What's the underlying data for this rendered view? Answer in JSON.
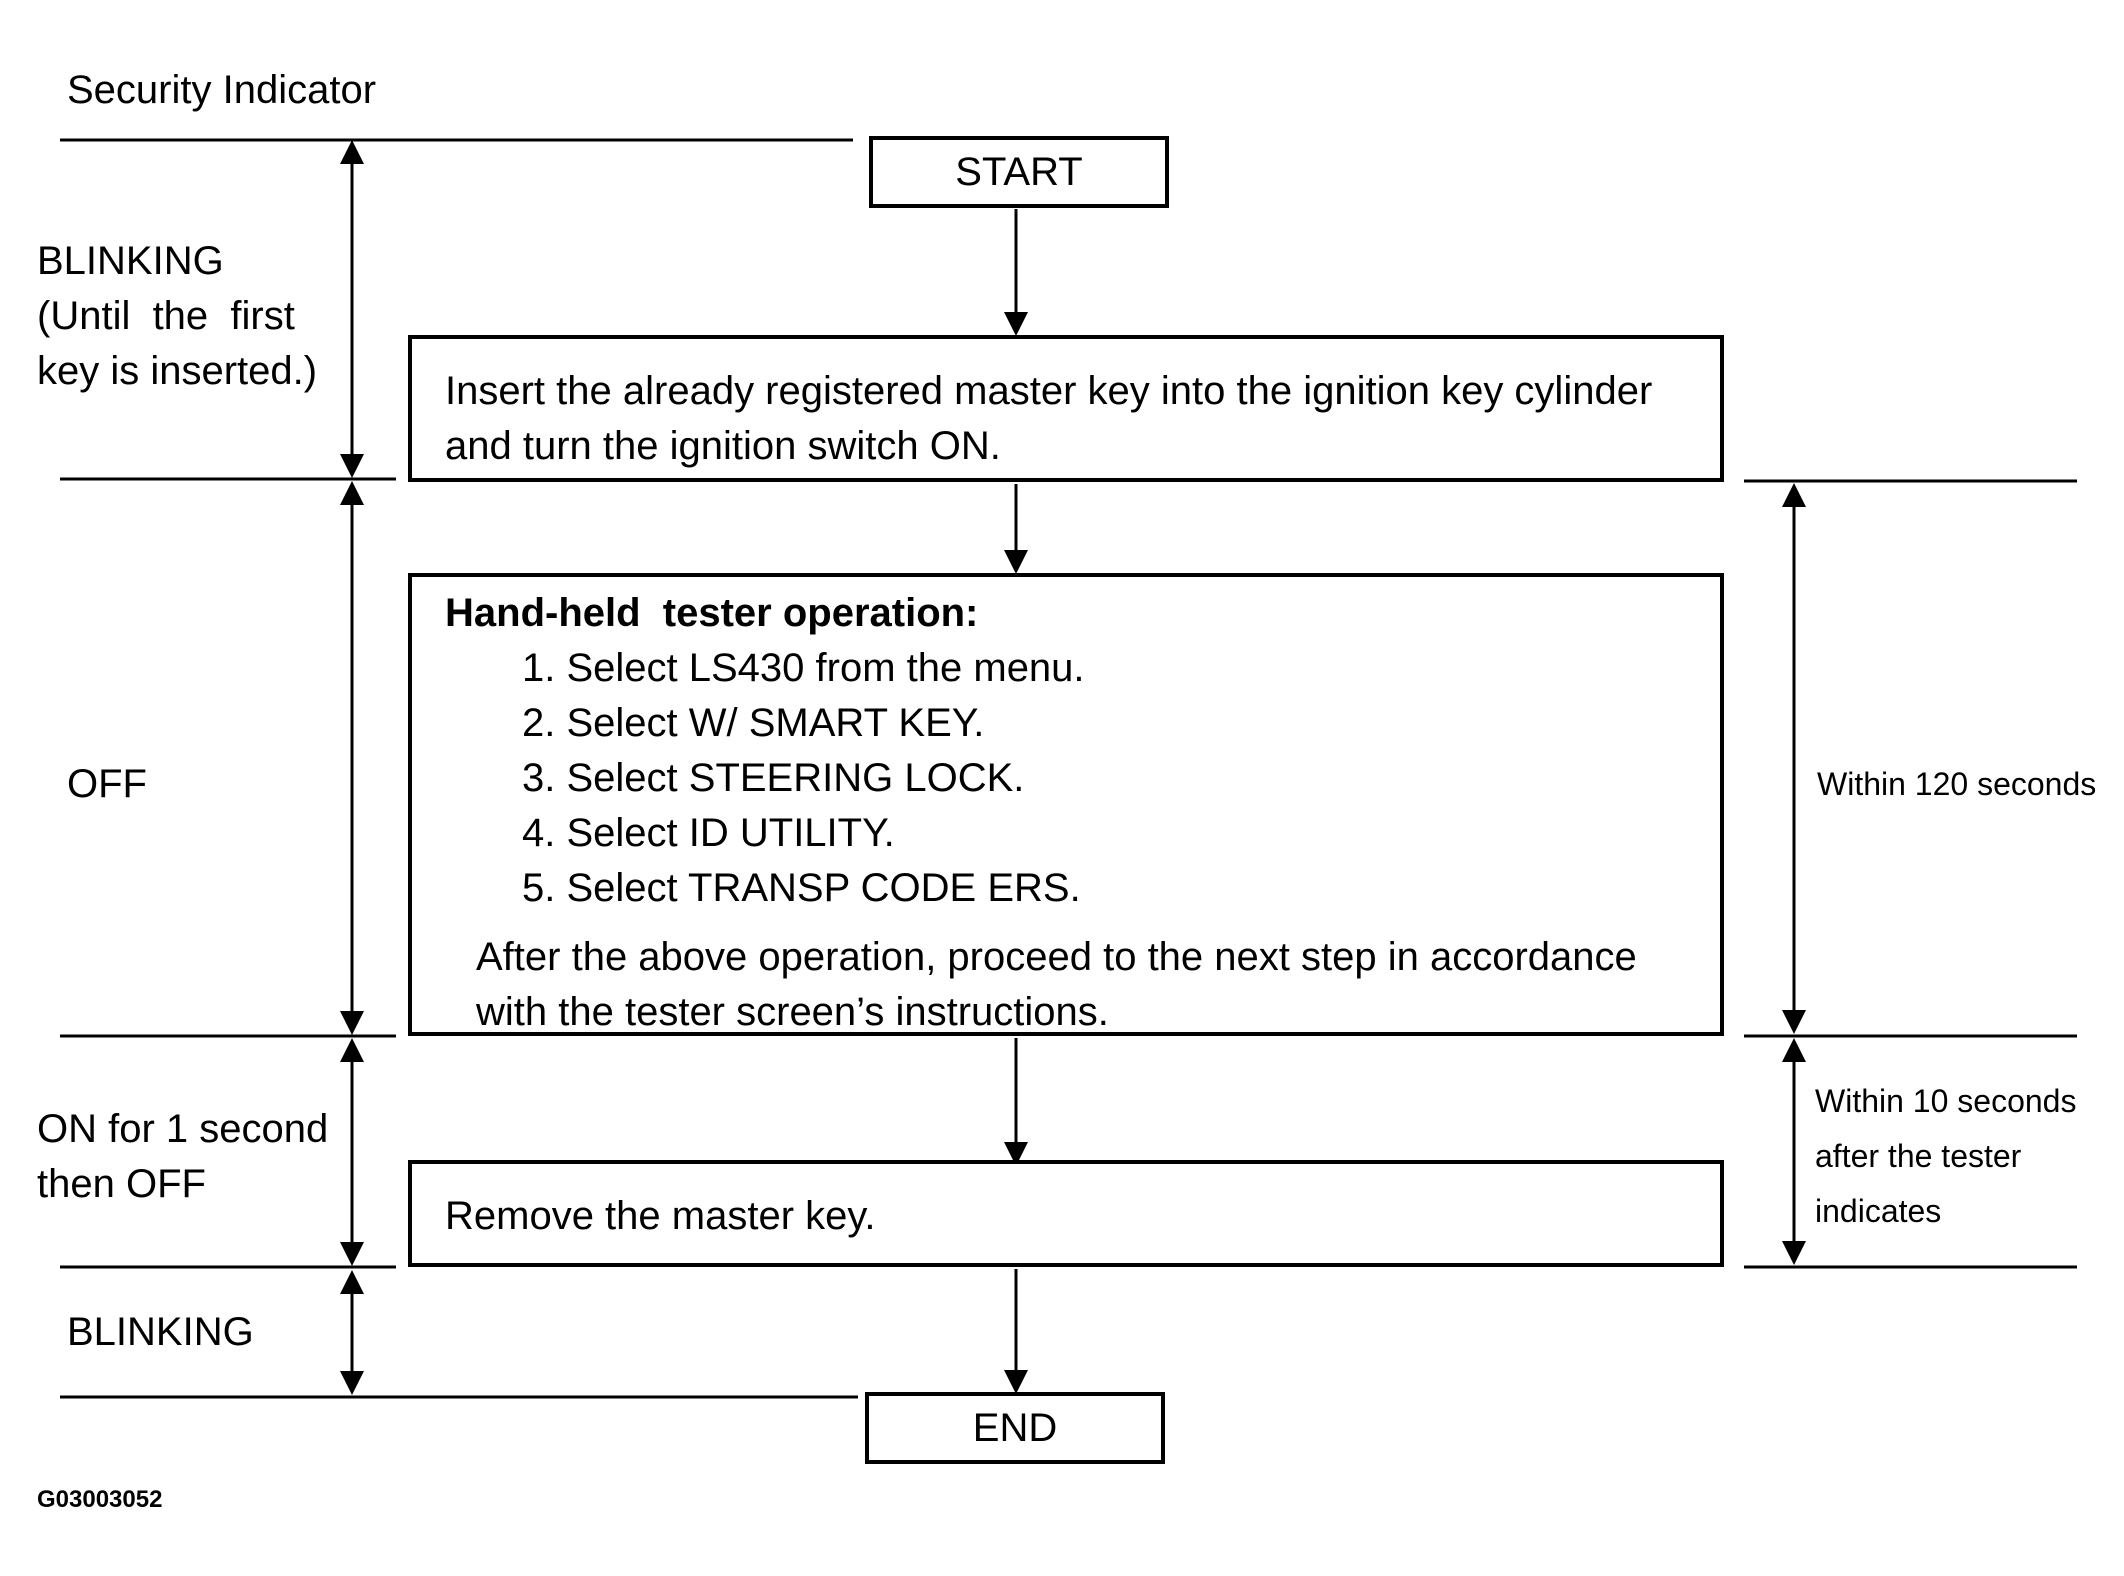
{
  "indicator_header": "Security Indicator",
  "indicator_states": {
    "blinking_start": [
      "BLINKING",
      "(Until  the  first",
      "key is inserted.)"
    ],
    "off": "OFF",
    "on_then_off": [
      "ON for 1 second",
      "then OFF"
    ],
    "blinking_end": "BLINKING"
  },
  "flow": {
    "start": "START",
    "step_insert": [
      "Insert the already registered master key into the ignition key cylinder",
      "and turn the ignition switch ON."
    ],
    "step_tester": {
      "title": "Hand-held  tester operation:",
      "items": [
        "1. Select LS430 from the menu.",
        "2. Select W/ SMART KEY.",
        "3. Select STEERING LOCK.",
        "4. Select ID UTILITY.",
        "5. Select TRANSP CODE ERS."
      ],
      "note": [
        "After the above operation, proceed to the next step in accordance",
        "with the tester screen’s instructions."
      ]
    },
    "step_remove": "Remove the master key.",
    "end": "END"
  },
  "timing": {
    "within_120": "Within 120 seconds",
    "within_10": [
      "Within 10 seconds",
      "after the tester",
      "indicates"
    ]
  },
  "figure_id": "G03003052"
}
